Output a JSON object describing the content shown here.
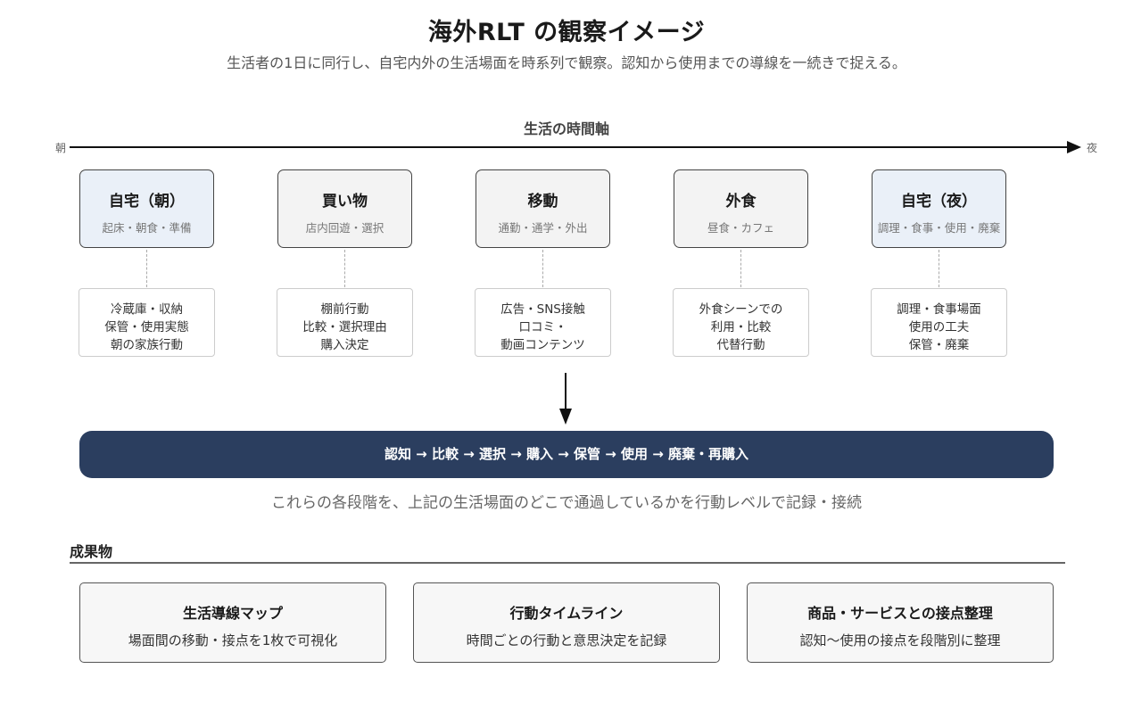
{
  "header": {
    "title": "海外RLT の観察イメージ",
    "subtitle": "生活者の1日に同行し、自宅内外の生活場面を時系列で観察。認知から使用までの導線を一続きで捉える。"
  },
  "timeline": {
    "title": "生活の時間軸",
    "start_label": "朝",
    "end_label": "夜"
  },
  "scenes": [
    {
      "name": "自宅（朝）",
      "sub": "起床・朝食・準備",
      "details": [
        "冷蔵庫・収納",
        "保管・使用実態",
        "朝の家族行動"
      ]
    },
    {
      "name": "買い物",
      "sub": "店内回遊・選択",
      "details": [
        "棚前行動",
        "比較・選択理由",
        "購入決定"
      ]
    },
    {
      "name": "移動",
      "sub": "通勤・通学・外出",
      "details": [
        "広告・SNS接触",
        "口コミ・",
        "動画コンテンツ"
      ]
    },
    {
      "name": "外食",
      "sub": "昼食・カフェ",
      "details": [
        "外食シーンでの",
        "利用・比較",
        "代替行動"
      ]
    },
    {
      "name": "自宅（夜）",
      "sub": "調理・食事・使用・廃棄",
      "details": [
        "調理・食事場面",
        "使用の工夫",
        "保管・廃棄"
      ]
    }
  ],
  "flow": {
    "stages": "認知 → 比較 → 選択 → 購入 → 保管 → 使用 → 廃棄・再購入",
    "note": "これらの各段階を、上記の生活場面のどこで通過しているかを行動レベルで記録・接続"
  },
  "deliverables": {
    "heading": "成果物",
    "items": [
      {
        "name": "生活導線マップ",
        "desc": "場面間の移動・接点を1枚で可視化"
      },
      {
        "name": "行動タイムライン",
        "desc": "時間ごとの行動と意思決定を記録"
      },
      {
        "name": "商品・サービスとの接点整理",
        "desc": "認知〜使用の接点を段階別に整理"
      }
    ]
  },
  "colors": {
    "flow_bar": "#2b3e5f",
    "home_scene_fill": "#eaf0f8",
    "outside_scene_fill": "#f3f3f3"
  }
}
